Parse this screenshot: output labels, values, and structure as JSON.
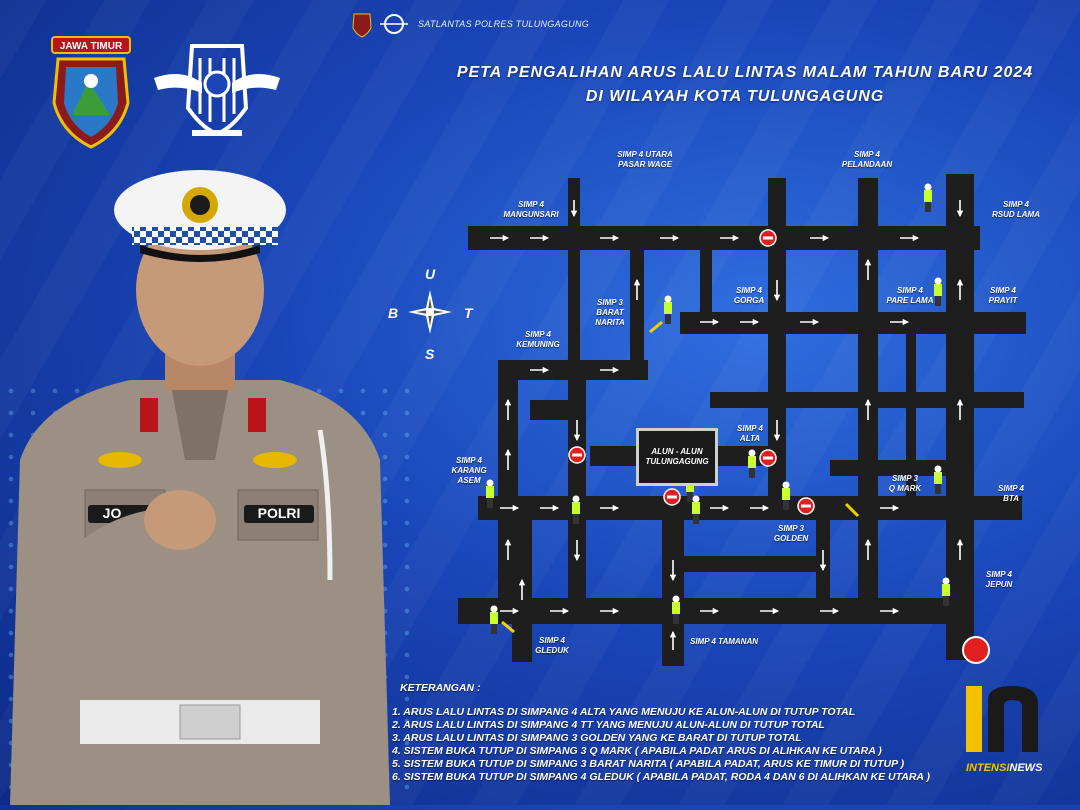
{
  "header": {
    "org": "SATLANTAS POLRES TULUNGAGUNG",
    "badge_text": "JAWA TIMUR",
    "title_line1": "PETA PENGALIHAN ARUS LALU LINTAS MALAM TAHUN BARU 2024",
    "title_line2": "DI WILAYAH KOTA TULUNGAGUNG"
  },
  "officer": {
    "name_tag": "JO",
    "polri_tag": "POLRI"
  },
  "compass": {
    "n": "U",
    "s": "S",
    "w": "B",
    "e": "T"
  },
  "map": {
    "alun_alun": "ALUN - ALUN\nTULUNGAGUNG",
    "labels": {
      "utara_pasar_wage": "SIMP 4 UTARA\nPASAR WAGE",
      "pelandaan": "SIMP 4\nPELANDAAN",
      "mangunsari": "SIMP 4\nMANGUNSARI",
      "rsud_lama": "SIMP 4\nRSUD LAMA",
      "barat_narita": "SIMP 3\nBARAT\nNARITA",
      "gorga": "SIMP 4\nGORGA",
      "pare_lama": "SIMP 4\nPARE LAMA",
      "prayit": "SIMP 4\nPRAYIT",
      "kemuning": "SIMP 4\nKEMUNING",
      "alta": "SIMP 4\nALTA",
      "karang_asem": "SIMP 4\nKARANG\nASEM",
      "q_mark": "SIMP 3\nQ MARK",
      "bta": "SIMP 4\nBTA",
      "golden": "SIMP 3\nGOLDEN",
      "jepun": "SIMP 4\nJEPUN",
      "gleduk": "SIMP 4\nGLEDUK",
      "tamanan": "SIMP 4 TAMANAN"
    }
  },
  "legend": {
    "heading": "KETERANGAN :",
    "items": [
      "1. ARUS LALU LINTAS DI SIMPANG 4 ALTA YANG MENUJU KE ALUN-ALUN DI TUTUP TOTAL",
      "2. ARUS LALU LINTAS DI SIMPANG 4 TT YANG MENUJU ALUN-ALUN DI TUTUP TOTAL",
      "3. ARUS LALU LINTAS DI SIMPANG 3 GOLDEN YANG KE BARAT DI TUTUP TOTAL",
      "4. SISTEM BUKA TUTUP DI SIMPANG 3 Q MARK  ( APABILA PADAT ARUS DI ALIHKAN KE UTARA )",
      "5. SISTEM BUKA TUTUP DI SIMPANG 3 BARAT NARITA ( APABILA PADAT, ARUS KE TIMUR DI TUTUP )",
      "6. SISTEM BUKA TUTUP DI SIMPANG 4 GLEDUK  ( APABILA PADAT, RODA 4 DAN 6 DI ALIHKAN KE UTARA )"
    ]
  },
  "watermark": {
    "part1": "INTENSI",
    "part2": "NEWS"
  },
  "colors": {
    "road": "#1e1e1e",
    "arrow": "#ffffff",
    "bg": "#1a46b8",
    "no_entry": "#e02020",
    "brand_yellow": "#f2c200"
  }
}
